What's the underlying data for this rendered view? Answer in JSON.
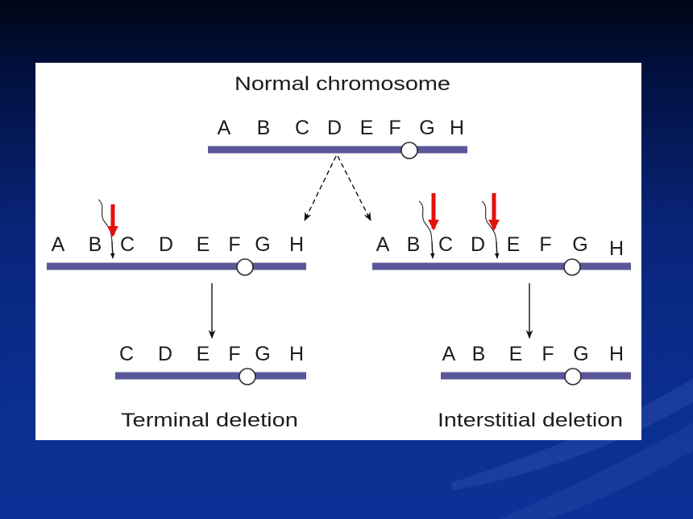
{
  "slide": {
    "background_colors": {
      "top": "#000616",
      "bottom": "#0c3196"
    }
  },
  "diagram": {
    "normal": {
      "title": "Normal chromosome",
      "letters": [
        "A",
        "B",
        "C",
        "D",
        "E",
        "F",
        "G",
        "H"
      ]
    },
    "terminal_before": {
      "letters": [
        "A",
        "B",
        "C",
        "D",
        "E",
        "F",
        "G",
        "H"
      ]
    },
    "terminal_after": {
      "letters": [
        "C",
        "D",
        "E",
        "F",
        "G",
        "H"
      ],
      "label": "Terminal deletion"
    },
    "interstitial_before": {
      "letters": [
        "A",
        "B",
        "C",
        "D",
        "E",
        "F",
        "G",
        "H"
      ]
    },
    "interstitial_after": {
      "letters": [
        "A",
        "B",
        "E",
        "F",
        "G",
        "H"
      ],
      "label": "Interstitial deletion"
    },
    "colors": {
      "panel": "#ffffff",
      "chromosome": "#5a5899",
      "break_arrow": "#e4100b",
      "arrow": "#111111"
    }
  }
}
